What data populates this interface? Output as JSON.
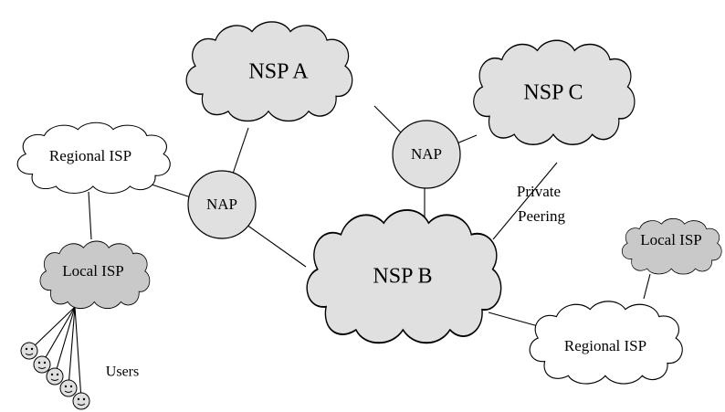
{
  "nodes": {
    "nsp_a": "NSP A",
    "nsp_b": "NSP B",
    "nsp_c": "NSP C",
    "nap_left": "NAP",
    "nap_right": "NAP",
    "regional_isp_left": "Regional ISP",
    "regional_isp_right": "Regional ISP",
    "local_isp_left": "Local ISP",
    "local_isp_right": "Local ISP"
  },
  "labels": {
    "private_peering_line1": "Private",
    "private_peering_line2": "Peering",
    "users": "Users"
  },
  "colors": {
    "nsp_fill": "#e0e0e0",
    "regional_fill": "#ffffff",
    "local_fill": "#c9c9c9",
    "nap_fill": "#e0e0e0"
  }
}
